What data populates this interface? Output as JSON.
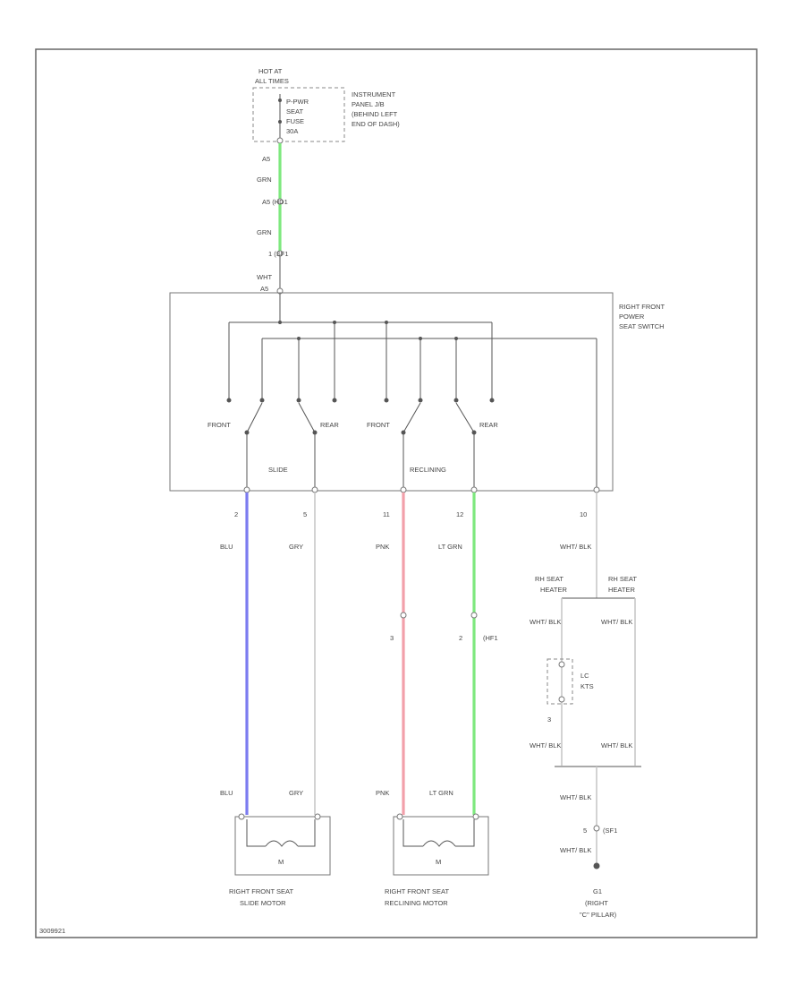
{
  "colors": {
    "wire_grn": "#7ee87e",
    "wire_blu": "#7b7bf0",
    "wire_pnk": "#f2a0aa",
    "wire_gry": "#c8c8c8",
    "frame": "#666666"
  },
  "fuse_box": {
    "hot_at": "HOT AT",
    "all_times": "ALL TIMES",
    "fuse_line1": "P-PWR",
    "fuse_line2": "SEAT",
    "fuse_line3": "FUSE",
    "fuse_line4": "30A",
    "location_line1": "INSTRUMENT",
    "location_line2": "PANEL J/B",
    "location_line3": "(BEHIND LEFT",
    "location_line4": "END OF DASH)"
  },
  "feed_wire": {
    "pin1": "A5",
    "color1": "GRN",
    "connector1": "A5 (HD1",
    "color2": "GRN",
    "connector2": "1 (SF1",
    "color3": "WHT",
    "pin3": "A5"
  },
  "switch_module": {
    "title_line1": "RIGHT FRONT",
    "title_line2": "POWER",
    "title_line3": "SEAT SWITCH",
    "slide_front": "FRONT",
    "slide_rear": "REAR",
    "recline_front": "FRONT",
    "recline_rear": "REAR",
    "slide_label": "SLIDE",
    "reclining_label": "RECLINING",
    "pins": [
      "2",
      "5",
      "11",
      "12",
      "10"
    ]
  },
  "wires": {
    "blu": "BLU",
    "gry": "GRY",
    "pnk": "PNK",
    "ltgrn": "LT GRN",
    "pnk_pin": "3",
    "ltgrn_pin": "2",
    "conn": "(HF1",
    "blu_bottom": "BLU",
    "gry_bottom": "GRY",
    "pnk_bottom": "PNK",
    "ltgrn_bottom": "LT GRN"
  },
  "heater": {
    "wht_blk_top": "WHT/ BLK",
    "rh_seat": "RH SEAT",
    "heater_l": "HEATER",
    "rh_seat2": "RH SEAT",
    "heater_r": "HEATER",
    "wht_blk_l": "WHT/ BLK",
    "wht_blk_r": "WHT/ BLK",
    "conn_line1": "LC",
    "conn_line2": "KTS",
    "pin": "3",
    "wht_blk_l2": "WHT/ BLK",
    "wht_blk_r2": "WHT/ BLK"
  },
  "ground": {
    "wht_blk_1": "WHT/ BLK",
    "pin": "5",
    "conn": "(SF1",
    "wht_blk_2": "WHT/ BLK",
    "id": "G1",
    "loc_line1": "(RIGHT",
    "loc_line2": "\"C\" PILLAR)"
  },
  "motors": {
    "slide_line1": "RIGHT FRONT SEAT",
    "slide_line2": "SLIDE MOTOR",
    "recline_line1": "RIGHT FRONT SEAT",
    "recline_line2": "RECLINING MOTOR",
    "m": "M"
  },
  "footer": {
    "code": "3009921"
  }
}
